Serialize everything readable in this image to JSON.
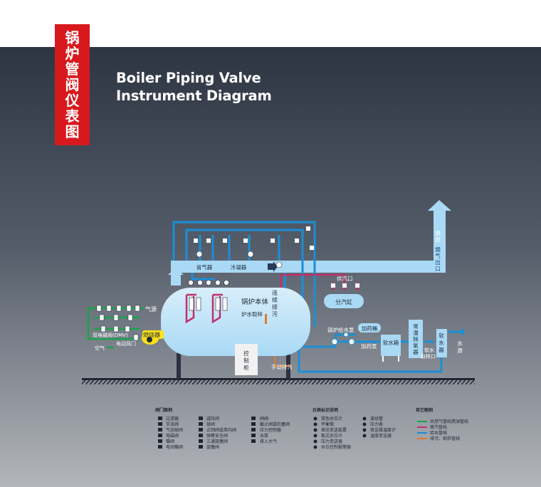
{
  "header": {
    "badge_chars": [
      "锅",
      "炉",
      "管",
      "阀",
      "仪",
      "表",
      "图"
    ],
    "title_line1": "Boiler Piping Valve",
    "title_line2": "Instrument Diagram"
  },
  "colors": {
    "bg_top": "#2e3542",
    "bg_bottom": "#b3b6bb",
    "pipe_blue": "#1b8fd6",
    "pipe_light": "#a9d9f5",
    "gas_green": "#1aa34a",
    "steam_red": "#c0316b",
    "badge_red": "#d7191d",
    "burner_yellow": "#ffe11a"
  },
  "equipment": {
    "economizer": "省气器",
    "condenser": "冷凝器",
    "boiler_body": "锅炉本体",
    "continuous_blowdown": [
      "连",
      "续",
      "排",
      "污"
    ],
    "furnace_sample": "炉水取样",
    "burner": "燃烧器",
    "control_cabinet": [
      "控",
      "制",
      "柜"
    ],
    "manual_blowdown": "手动排污",
    "steam_supply": "供汽口",
    "header": "分汽缸",
    "feed_pump": "锅炉给水泵",
    "dosing_tank": "加药桶",
    "dosing_pump": "加药泵",
    "soft_tank": "软水箱",
    "deaerator": [
      "常",
      "温",
      "除",
      "氧",
      "器"
    ],
    "softener": [
      "软",
      "水",
      "器"
    ],
    "soft_sample": [
      "软水",
      "取样口"
    ],
    "water_source": [
      "水",
      "源"
    ],
    "flue_outlet": [
      "烟",
      "气",
      "出",
      "口"
    ],
    "chimney": [
      "烟",
      "囱"
    ],
    "gas": "气源",
    "dmv": "双电磁阀(DMV)",
    "air": "空气",
    "air_damper": "电动风门"
  },
  "legend": {
    "valves": {
      "title": "阀门图例",
      "col1": [
        "过滤器",
        "节流阀",
        "气动球阀",
        "电磁阀",
        "蝶阀",
        "电动蝶阀"
      ],
      "col2": [
        "减压阀",
        "球阀",
        "止回阀或单向阀",
        "弹簧安全阀",
        "三通旋塞阀",
        "旋塞阀"
      ],
      "col3": [
        "闸阀",
        "截止阀或柱塞阀",
        "压力控制器",
        "水泵",
        "排入大气"
      ]
    },
    "instruments": {
      "title": "仪表标识说明",
      "col1": [
        "双色水位计",
        "平衡筒",
        "差压变送装置",
        "板式水位计",
        "压力变送器",
        "水位控制报警器"
      ],
      "col2": [
        "波纹管",
        "压力表",
        "双金属温度计",
        "温度变送器"
      ]
    },
    "others": {
      "title": "其它图例",
      "items": [
        "天然气管线燃油管线",
        "蒸汽管线",
        "给水管线",
        "排污、取样管线"
      ]
    }
  }
}
